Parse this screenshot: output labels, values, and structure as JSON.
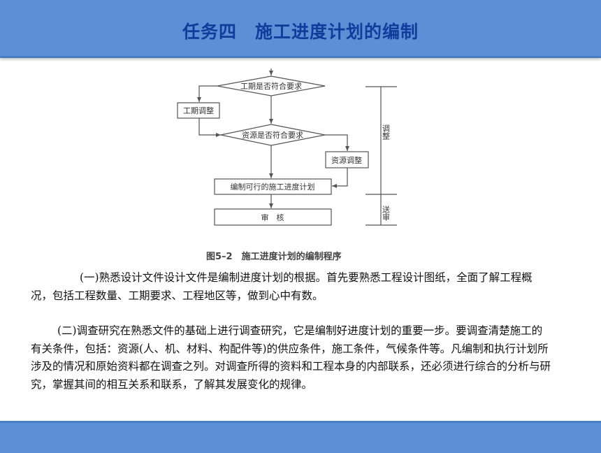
{
  "header": {
    "title": "任务四　施工进度计划的编制"
  },
  "flowchart": {
    "nodes": {
      "duration_check": "工期是否符合要求",
      "duration_adjust": "工期调整",
      "resource_check": "资源是否符合要求",
      "resource_adjust": "资源调整",
      "compile": "编制可行的施工进度计划",
      "review": "审　核"
    },
    "side_labels": {
      "adjust": "调整",
      "submit": "送审"
    },
    "caption": "图5–2　施工进度计划的编制程序"
  },
  "body": {
    "paragraph1": "(一)熟悉设计文件设计文件是编制进度计划的根据。首先要熟悉工程设计图纸，全面了解工程概况，包括工程数量、工期要求、工程地区等，做到心中有数。",
    "paragraph2": "(二)调查研究在熟悉文件的基础上进行调查研究，它是编制好进度计划的重要一步。要调查清楚施工的有关条件，包括：资源(人、机、材料、构配件等)的供应条件，施工条件，气候条件等。凡编制和执行计划所涉及的情况和原始资料都在调查之列。对调查所得的资料和工程本身的内部联系，还必须进行综合的分析与研究，掌握其间的相互关系和联系，了解其发展变化的规律。"
  },
  "colors": {
    "header_bg": "#5b8fd6",
    "title": "#123c9c",
    "line": "#555555"
  }
}
